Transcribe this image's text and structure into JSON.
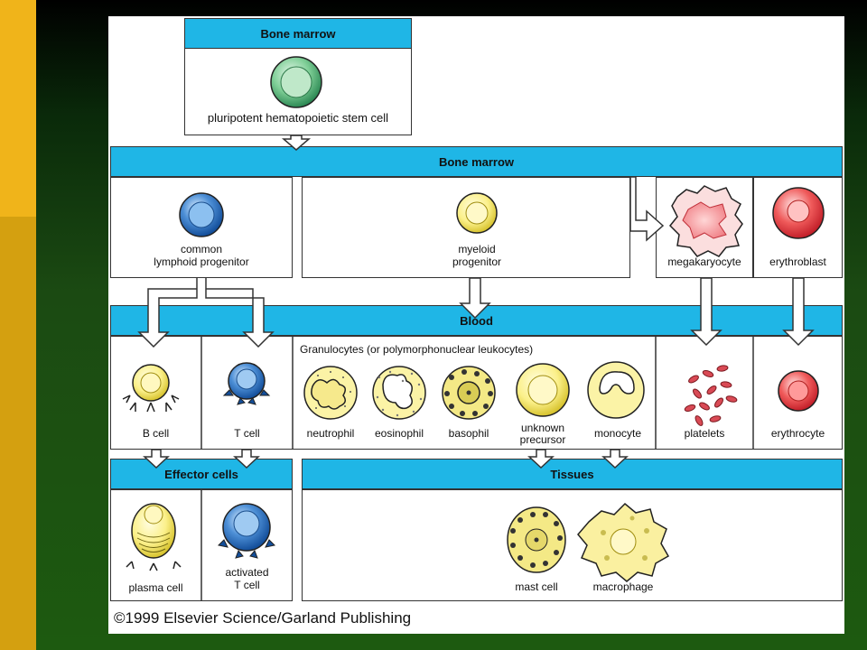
{
  "colors": {
    "bar": "#1fb6e6",
    "sidebar_top": "#f0b41a",
    "sidebar_bottom": "#d4a010"
  },
  "sections": {
    "bone_marrow_top": "Bone marrow",
    "bone_marrow": "Bone marrow",
    "blood": "Blood",
    "effector_cells": "Effector cells",
    "tissues": "Tissues"
  },
  "cells": {
    "stem_cell": "pluripotent hematopoietic stem cell",
    "lymphoid_1": "common",
    "lymphoid_2": "lymphoid progenitor",
    "myeloid_1": "myeloid",
    "myeloid_2": "progenitor",
    "megakaryocyte": "megakaryocyte",
    "erythroblast": "erythroblast",
    "granulocytes_heading": "Granulocytes (or polymorphonuclear leukocytes)",
    "b_cell": "B cell",
    "t_cell": "T cell",
    "neutrophil": "neutrophil",
    "eosinophil": "eosinophil",
    "basophil": "basophil",
    "unknown_1": "unknown",
    "unknown_2": "precursor",
    "monocyte": "monocyte",
    "platelets": "platelets",
    "erythrocyte": "erythrocyte",
    "plasma_cell": "plasma cell",
    "activated_1": "activated",
    "activated_2": "T cell",
    "mast_cell": "mast cell",
    "macrophage": "macrophage"
  },
  "copyright": "©1999 Elsevier Science/Garland Publishing"
}
